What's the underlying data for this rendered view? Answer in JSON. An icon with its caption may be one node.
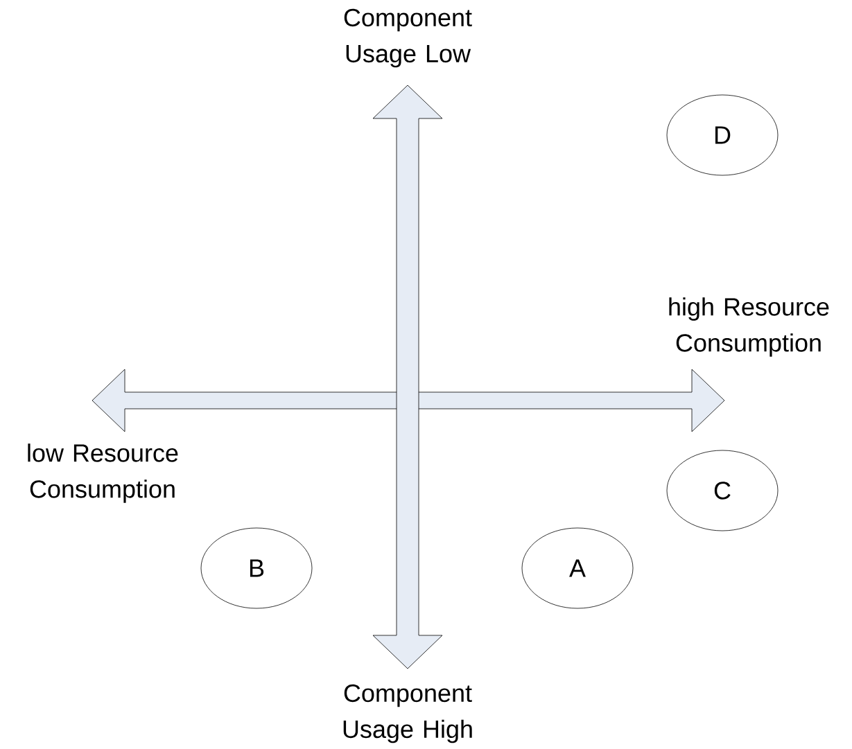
{
  "diagram": {
    "nodes": [
      {
        "text": [
          "D"
        ]
      },
      {
        "text": [
          "C"
        ]
      },
      {
        "text": [
          "B"
        ]
      },
      {
        "text": [
          "A"
        ]
      }
    ],
    "labels": [
      "Component Usage Low",
      "high Resource Consumption",
      "low Resource Consumption",
      "Component Usage High"
    ]
  }
}
